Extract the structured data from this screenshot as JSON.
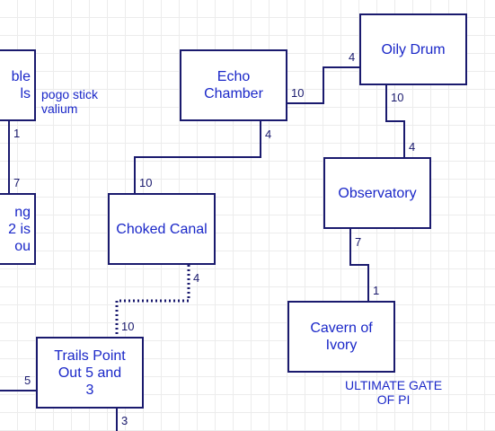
{
  "rooms": {
    "left_partial_top": "ble\nls",
    "left_partial_mid": "ng\n2 is\nou",
    "echo_chamber": "Echo\nChamber",
    "oily_drum": "Oily Drum",
    "observatory": "Observatory",
    "choked_canal": "Choked Canal",
    "cavern_of_ivory": "Cavern of\nIvory",
    "trails_point": "Trails Point\nOut 5 and\n3"
  },
  "notes": {
    "left_items": "pogo stick\nvalium",
    "ultimate_gate": "ULTIMATE GATE\nOF PI"
  },
  "edge_labels": {
    "left_top_bottom": "1",
    "left_mid_top": "7",
    "echo_right": "10",
    "oily_left": "4",
    "oily_bottom": "10",
    "echo_bottom": "4",
    "canal_top": "10",
    "obs_top": "4",
    "obs_bottom": "7",
    "cavern_top": "1",
    "canal_bottom": "4",
    "trails_top": "10",
    "trails_left": "5",
    "trails_bottom": "3"
  },
  "colors": {
    "border": "#1a1a6e",
    "text": "#1a27c8",
    "grid": "#ececec"
  }
}
